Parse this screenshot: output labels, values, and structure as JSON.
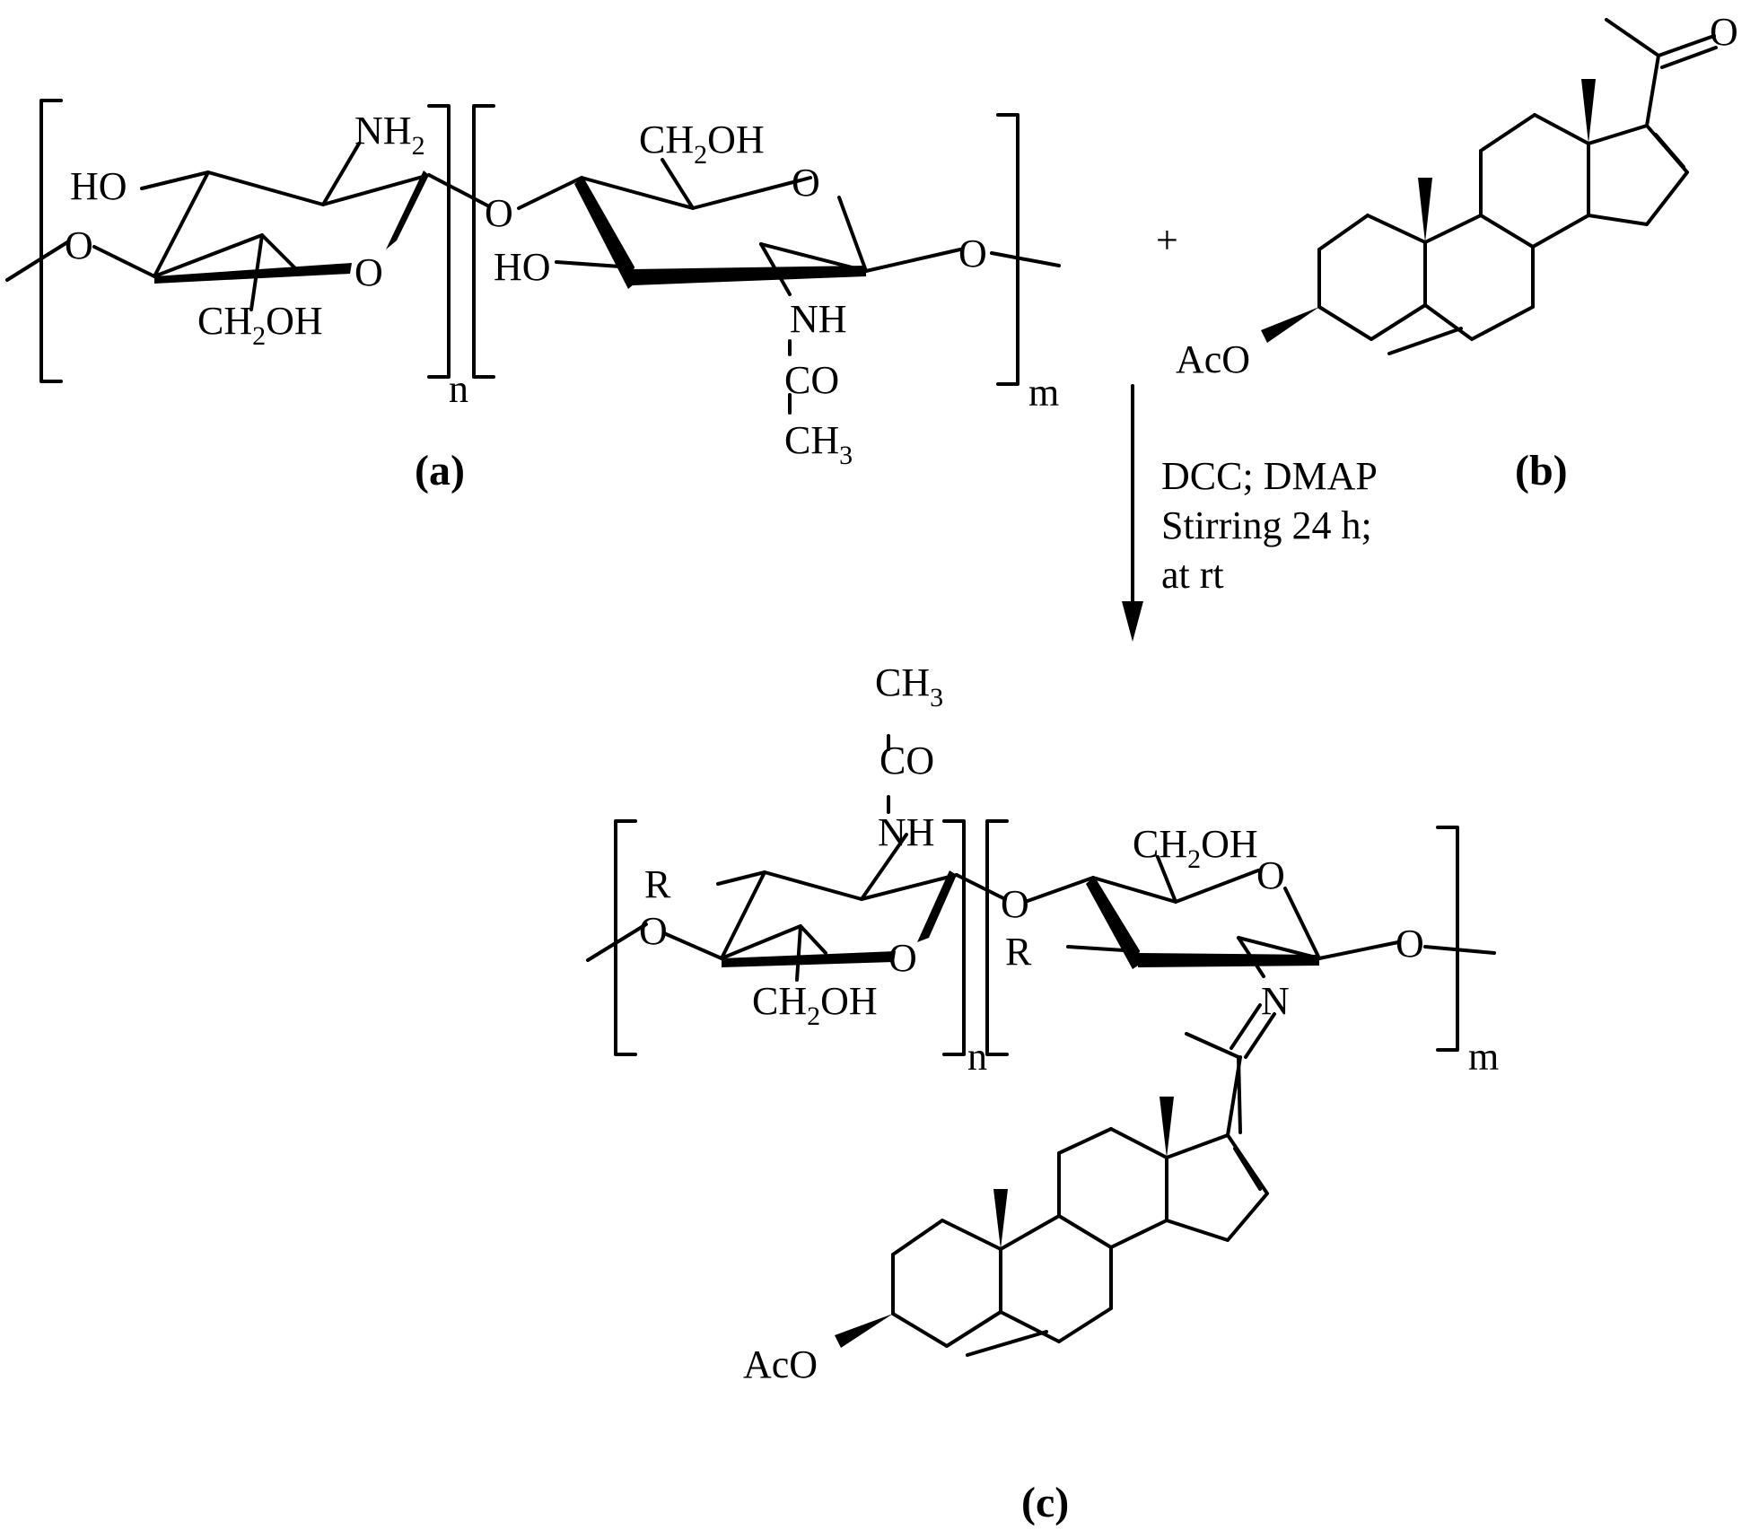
{
  "compound_a": {
    "label": "(a)",
    "nh2": [
      "NH",
      "2"
    ],
    "ho_top": "HO",
    "ring_o": "O",
    "link_o": "O",
    "ch2oh_left": [
      "CH",
      "2",
      "OH"
    ],
    "ch2oh_right": [
      "CH",
      "2",
      "OH"
    ],
    "ring2_o": "O",
    "ho_mid": "HO",
    "nh": "NH",
    "co": "CO",
    "ch3": [
      "CH",
      "3"
    ],
    "end_o": "O",
    "start_o": "O",
    "n": "n",
    "m": "m"
  },
  "plus": "+",
  "compound_b": {
    "label": "(b)",
    "aco": "AcO",
    "ketone_o": "O"
  },
  "conditions": [
    "DCC; DMAP",
    "Stirring 24 h;",
    "at rt"
  ],
  "compound_c": {
    "label": "(c)",
    "ch3": [
      "CH",
      "3"
    ],
    "co": "CO",
    "nh": "NH",
    "r_left": "R",
    "start_o": "O",
    "ring_o": "O",
    "ch2oh_left": [
      "CH",
      "2",
      "OH"
    ],
    "link_o": "O",
    "ch2oh_right": [
      "CH",
      "2",
      "OH"
    ],
    "ring2_o": "O",
    "r_mid": "R",
    "imine_n": "N",
    "end_o": "O",
    "aco": "AcO",
    "n": "n",
    "m": "m"
  }
}
